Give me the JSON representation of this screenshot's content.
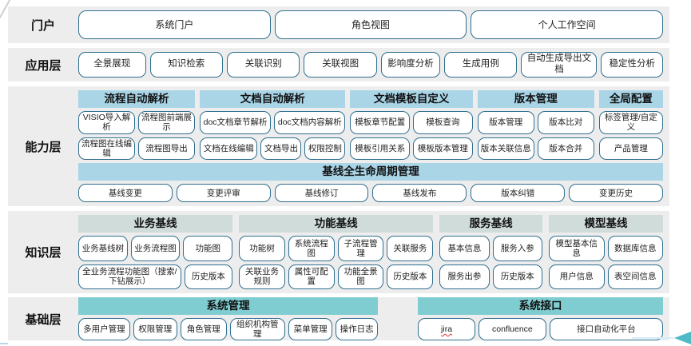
{
  "colors": {
    "band_bg": "#ededed",
    "button_border": "#2f6f8f",
    "header_blue": "#a9d5e7",
    "header_gray": "#cfdcda",
    "header_teal": "#7fcdd1",
    "arrow_teal": "#4fb9c6",
    "line_blue": "#b5d9ea",
    "misspell_red": "#e03131"
  },
  "portal": {
    "label": "门户",
    "buttons": [
      "系统门户",
      "角色视图",
      "个人工作空间"
    ]
  },
  "application": {
    "label": "应用层",
    "buttons": [
      {
        "label": "全景展现",
        "grow": 1.1
      },
      {
        "label": "知识检索",
        "grow": 1.2
      },
      {
        "label": "关联识别",
        "grow": 1.2
      },
      {
        "label": "关联视图",
        "grow": 1.2
      },
      {
        "label": "影响度分析",
        "grow": 0.95
      },
      {
        "label": "生成用例",
        "grow": 1.2
      },
      {
        "label": "自动生成导出文档",
        "grow": 1.25
      },
      {
        "label": "稳定性分析",
        "grow": 1
      }
    ]
  },
  "capability": {
    "label": "能力层",
    "groups": [
      {
        "title": "流程自动解析",
        "flex": 20,
        "rows": [
          [
            "VISIO导入解析",
            "流程图前端展示"
          ],
          [
            "流程图在线编辑",
            "流程图导出"
          ]
        ]
      },
      {
        "title": "文档自动解析",
        "flex": 25,
        "rows": [
          [
            "doc文档章节解析",
            "doc文档内容解析"
          ],
          [
            {
              "label": "文档在线编辑",
              "grow": 1.5
            },
            "文档导出",
            "权限控制"
          ]
        ]
      },
      {
        "title": "文档模板自定义",
        "flex": 21,
        "rows": [
          [
            "模板章节配置",
            "模板查询"
          ],
          [
            "模板引用关系",
            "模板版本管理"
          ]
        ]
      },
      {
        "title": "版本管理",
        "flex": 20,
        "rows": [
          [
            "版本管理",
            "版本比对"
          ],
          [
            "版本关联信息",
            "版本合并"
          ]
        ]
      },
      {
        "title": "全局配置",
        "flex": 11,
        "rows": [
          [
            "标签管理/自定义"
          ],
          [
            "产品管理"
          ]
        ]
      }
    ],
    "baseline": {
      "title": "基线全生命周期管理",
      "buttons": [
        "基线变更",
        "变更评审",
        "基线修订",
        "基线发布",
        "版本纠错",
        "变更历史"
      ]
    }
  },
  "knowledge": {
    "label": "知识层",
    "groups": [
      {
        "title": "业务基线",
        "flex": 27,
        "rows": [
          [
            "业务基线树",
            "业务流程图",
            "功能图"
          ],
          [
            {
              "label": "全业务流程功能图（搜索/下钻展示）",
              "grow": 2.3
            },
            "历史版本"
          ]
        ]
      },
      {
        "title": "功能基线",
        "flex": 34,
        "rows": [
          [
            "功能树",
            "系统流程图",
            "子流程管理",
            "关联服务"
          ],
          [
            "关联业务规则",
            "属性可配置",
            "功能全景图",
            "历史版本"
          ]
        ]
      },
      {
        "title": "服务基线",
        "flex": 18,
        "rows": [
          [
            "基本信息",
            "服务入参"
          ],
          [
            "服务出参",
            "历史版本"
          ]
        ]
      },
      {
        "title": "模型基线",
        "flex": 20,
        "rows": [
          [
            "模型基本信息",
            "数据库信息"
          ],
          [
            "用户信息",
            "表空间信息"
          ]
        ]
      }
    ]
  },
  "foundation": {
    "label": "基础层",
    "groups": [
      {
        "title": "系统管理",
        "flex": 55,
        "rows": [
          [
            {
              "label": "多用户管理",
              "grow": 1.2
            },
            "权限管理",
            {
              "label": "角色管理",
              "grow": 1.05
            },
            {
              "label": "组织机构管理",
              "grow": 1.3
            },
            "菜单管理",
            {
              "label": "操作日志",
              "grow": 0.95
            }
          ]
        ]
      },
      {
        "title": "系统接口",
        "flex": 45,
        "rows": [
          [
            {
              "label": "jira",
              "underline": "red-wavy"
            },
            {
              "label": "confluence",
              "grow": 1.2
            },
            {
              "label": "接口自动化平台",
              "grow": 2.1
            }
          ]
        ]
      }
    ]
  }
}
